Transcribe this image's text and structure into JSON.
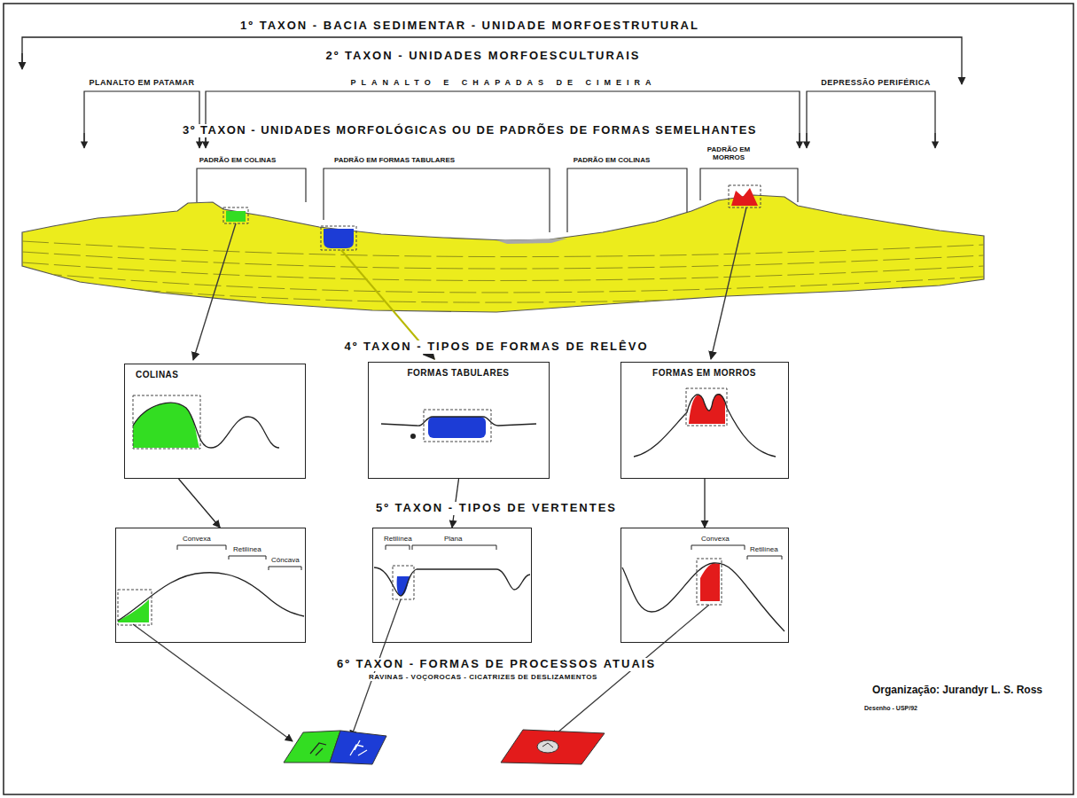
{
  "diagram": {
    "nodes": [
      {
        "text": [
          "COLINAS"
        ]
      },
      {
        "text": [
          "FORMAS TABULARES"
        ]
      },
      {
        "text": [
          "FORMAS EM MORROS"
        ]
      },
      {
        "text": [
          "Convexa",
          "Retilínea",
          "Côncava"
        ]
      },
      {
        "text": [
          "Retilínea",
          "Plana"
        ]
      },
      {
        "text": [
          "Convexa",
          "Retilínea"
        ]
      }
    ],
    "edges": [
      {
        "from": 0,
        "to": 3,
        "arrow": "to"
      },
      {
        "from": 1,
        "to": 4,
        "arrow": "to"
      },
      {
        "from": 2,
        "to": 5,
        "arrow": "to"
      }
    ],
    "labels": [
      "1º TAXON - BACIA SEDIMENTAR - UNIDADE MORFOESTRUTURAL",
      "2º TAXON - UNIDADES MORFOESCULTURAIS",
      "PLANALTO EM PATAMAR",
      "PLANALTO E CHAPADAS DE CIMEIRA",
      "DEPRESSÃO PERIFÉRICA",
      "3º TAXON - UNIDADES MORFOLÓGICAS OU DE PADRÕES DE FORMAS SEMELHANTES",
      "PADRÃO EM COLINAS",
      "PADRÃO EM FORMAS TABULARES",
      "PADRÃO EM COLINAS",
      "PADRÃO EM MORROS",
      "4º TAXON - TIPOS DE FORMAS DE RELÊVO",
      "5º TAXON - TIPOS DE VERTENTES",
      "6º TAXON - FORMAS DE PROCESSOS ATUAIS",
      "RAVINAS - VOÇOROCAS - CICATRIZES DE DESLIZAMENTOS",
      "Organização: Jurandyr L. S. Ross",
      "Desenho - USP/92"
    ]
  }
}
